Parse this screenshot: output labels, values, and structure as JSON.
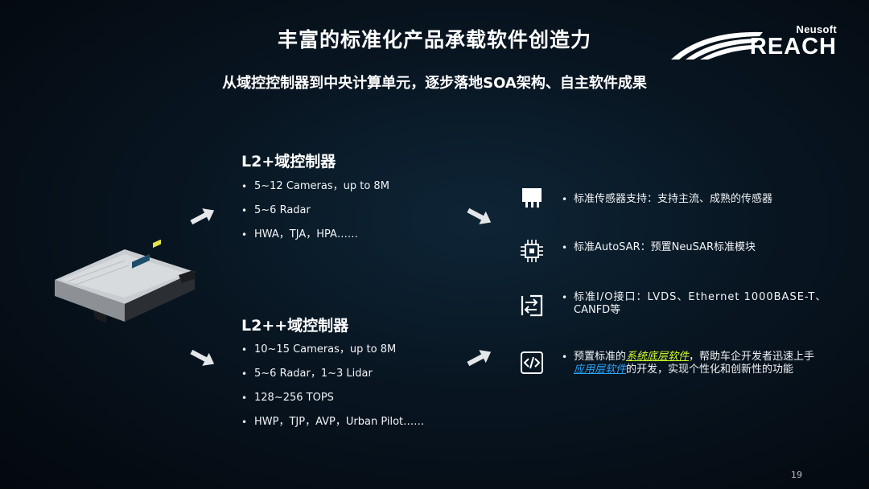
{
  "slide": {
    "title": "丰富的标准化产品承载软件创造力",
    "subtitle": "从域控控制器到中央计算单元，逐步落地SOA架构、自主软件成果",
    "page_number": "19"
  },
  "logo": {
    "top": "Neusoft",
    "main": "REACH"
  },
  "sections": [
    {
      "heading": "L2+域控制器",
      "items": [
        "5~12 Cameras，up to 8M",
        "5~6 Radar",
        "HWA，TJA，HPA……"
      ]
    },
    {
      "heading": "L2++域控制器",
      "items": [
        "10~15 Cameras，up to 8M",
        "5~6 Radar，1~3 Lidar",
        "128~256 TOPS",
        "HWP，TJP，AVP，Urban Pilot……"
      ]
    }
  ],
  "features": [
    {
      "icon": "sensor-icon",
      "text": "标准传感器支持：支持主流、成熟的传感器"
    },
    {
      "icon": "chip-icon",
      "text": "标准AutoSAR：预置NeuSAR标准模块"
    },
    {
      "icon": "interface-icon",
      "text_a": "标准I/O接口：LVDS、Ethernet 1000BASE-T、",
      "text_b": "CANFD等"
    },
    {
      "icon": "code-icon",
      "prefix": "预置标准的",
      "highlight1": "系统底层软件",
      "middle": "，帮助车企开发者迅速上手",
      "highlight2": "应用层软件",
      "suffix": "的开发，实现个性化和创新性的功能"
    }
  ],
  "colors": {
    "highlight_green": "#d4ff2a",
    "highlight_blue": "#2aa5ff",
    "background": "#081521"
  }
}
